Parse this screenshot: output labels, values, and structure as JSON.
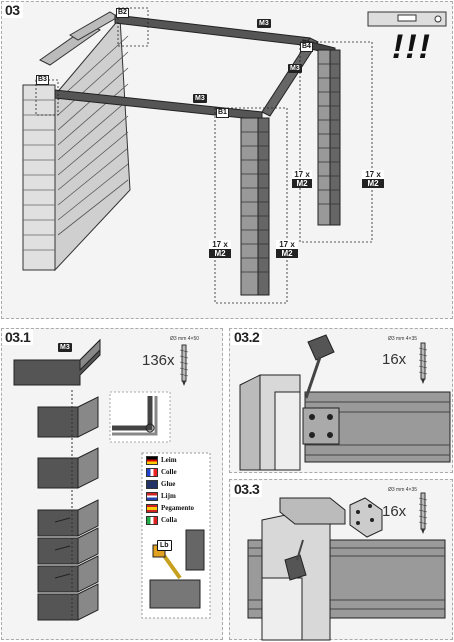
{
  "panels": {
    "main": {
      "step": "03",
      "level_icon": "level-tool",
      "warning": "!!!"
    },
    "p031": {
      "step": "03.1",
      "qty": "136x",
      "screw_spec": "Ø3 mm  4×50",
      "lab_tag": "Lb"
    },
    "p032": {
      "step": "03.2",
      "qty": "16x",
      "screw_spec": "Ø3 mm  4×35"
    },
    "p033": {
      "step": "03.3",
      "qty": "16x",
      "screw_spec": "Ø3 mm  4×35"
    }
  },
  "callouts": {
    "b2": "B2",
    "b3": "B3",
    "b1": "B1",
    "b4": "B4"
  },
  "beam_labels": {
    "m3_top": "M3",
    "m3_right": "M3",
    "m3_front": "M3",
    "m3_detail": "M3"
  },
  "counts": [
    {
      "q": "17 x",
      "m": "M2"
    },
    {
      "q": "17 x",
      "m": "M2"
    },
    {
      "q": "17 x",
      "m": "M2"
    },
    {
      "q": "17 x",
      "m": "M2"
    }
  ],
  "glue_languages": [
    {
      "label": "Leim",
      "flag": "de"
    },
    {
      "label": "Colle",
      "flag": "fr"
    },
    {
      "label": "Glue",
      "flag": "uk"
    },
    {
      "label": "Lijm",
      "flag": "nl"
    },
    {
      "label": "Pegamento",
      "flag": "es"
    },
    {
      "label": "Colla",
      "flag": "it"
    }
  ],
  "colors": {
    "dark": "#3a3a3a",
    "mid": "#8a8a8a",
    "light": "#d8d8d8",
    "panel_bg": "#f4f4f4",
    "dash": "#999999"
  }
}
